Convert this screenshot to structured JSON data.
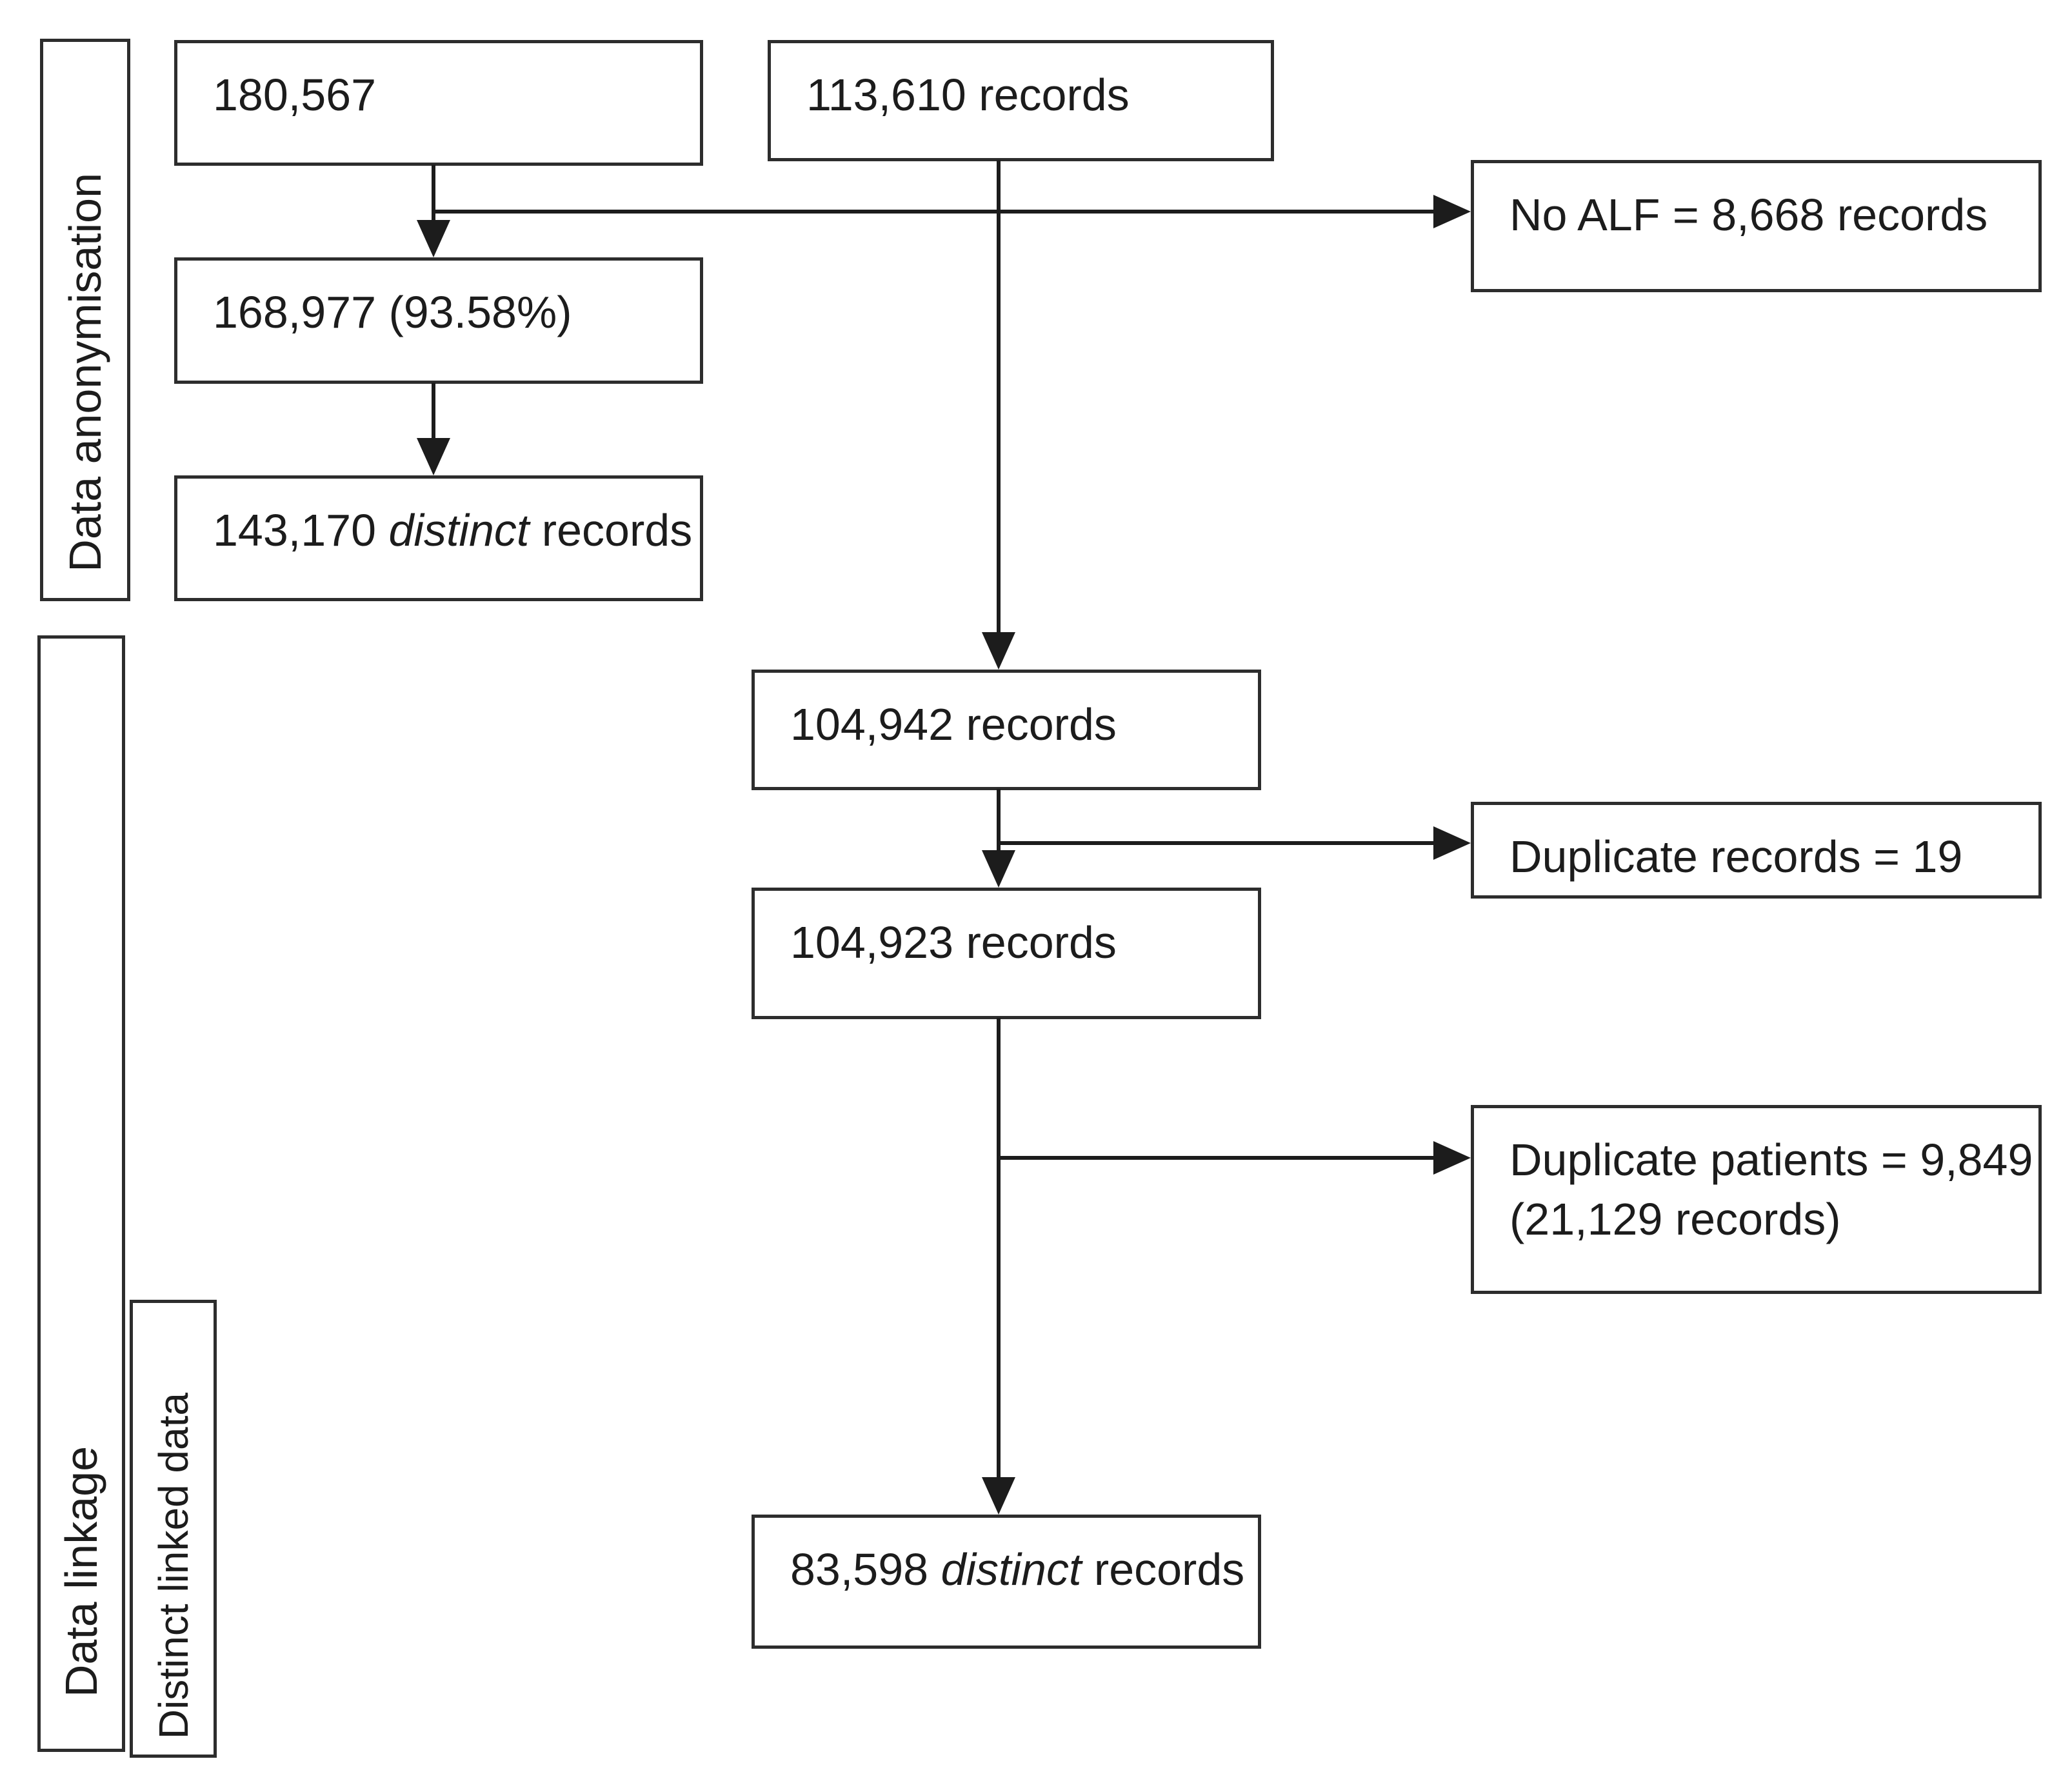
{
  "colors": {
    "ink": "#1c1c1c",
    "border": "#2d2d2d",
    "background": "#ffffff"
  },
  "sidebar": {
    "anonymisation_label": "Data anonymisation",
    "linkage_label": "Data linkage",
    "distinct_linked_label": "Distinct linked data"
  },
  "boxes": {
    "gp_extract_total": "180,567",
    "gp_alf_matched": "168,977 (93.58%)",
    "gp_distinct": {
      "prefix": "143,170 ",
      "italic": "distinct",
      "suffix": " records"
    },
    "source_total": "113,610 records",
    "no_alf": "No ALF = 8,668 records",
    "after_no_alf_removed": "104,942 records",
    "duplicate_records": "Duplicate records = 19",
    "after_duplicates_removed": "104,923 records",
    "duplicate_patients": {
      "line1": "Duplicate patients = 9,849",
      "line2": "(21,129 records)"
    },
    "final_distinct": {
      "prefix": "83,598 ",
      "italic": "distinct",
      "suffix": " records"
    }
  }
}
